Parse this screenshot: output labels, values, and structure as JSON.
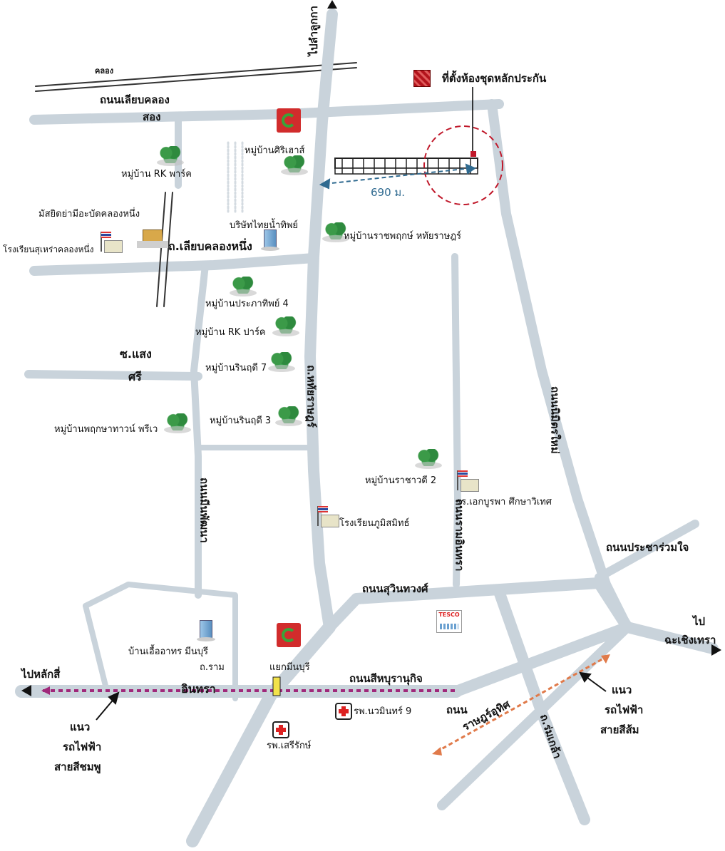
{
  "map": {
    "legend_label": "ที่ตั้งห้องชุดหลักประกัน",
    "distance": "690 ม.",
    "roads": {
      "road_top_canal_small": "คลอง",
      "road_liab_khlong": "ถนนเลียบคลอง",
      "road_song": "สอง",
      "road_liab_khlong_1": "ถ.เลียบคลองหนึ่ง",
      "road_pai_lam_luk_ka": "ไปลำลูกกา",
      "road_soi_saeng": "ซ.แสง",
      "road_sri": "ศรี",
      "road_hathai_rat": "ถ.หทัยราษฎร์",
      "road_nimit_mai": "ถนนนิมิตรใหม่",
      "road_prachar_ruam_jai": "ถนนประชาร่วมใจ",
      "road_suwinthawong": "ถนนสุวินทวงศ์",
      "road_ramindra": "ถนนรามอินทรา",
      "road_si_nakharin": "ถนนมีนพัฒนา",
      "road_si_hburanukit": "ถนนสีหบุรานุกิจ",
      "road_ram": "ถ.ราม",
      "road_intra": "อินทรา",
      "road_rat_uthit": "ถนน",
      "road_rat_uthit_2": "ราษฎร์อุทิศ",
      "road_rom_klao": "ถ.ร่มเกล้า",
      "road_pai_chachoengsao_1": "ไป",
      "road_pai_chachoengsao_2": "ฉะเชิงเทรา",
      "road_pai_lak_si": "ไปหลักสี่",
      "junction_minburi": "แยกมีนบุรี"
    },
    "places": {
      "village_siri_home": "หมู่บ้านศิริเฮาส์",
      "village_rk_park_top": "หมู่บ้าน RK พาร์ค",
      "company_thai_nam_thip": "บริษัทไทยน้ำทิพย์",
      "village_ratchaphruk": "หมู่บ้านราชพฤกษ์ หทัยราษฎร์",
      "mosque": "มัสยิดย่ามีอะบัดคลองหนึ่ง",
      "school_sutheerat": "โรงเรียนสุเหร่าคลองหนึ่ง",
      "village_prachathip": "หมู่บ้านประภาทิพย์ 4",
      "village_rk_park": "หมู่บ้าน RK ปาร์ค",
      "village_rinthip_7": "หมู่บ้านรินฤดี 7",
      "village_rinthip_3": "หมู่บ้านรินฤดี 3",
      "village_phruksa_town": "หมู่บ้านพฤกษาทาวน์ พรีเว",
      "village_ratchawadi_2": "หมู่บ้านราชาวดี 2",
      "school_ekburapha": "รร.เอกบูรพา ศึกษาวิเทศ",
      "school_phumisamit": "โรงเรียนภูมิสมิทธ์",
      "baan_uea_arthorn": "บ้านเอื้ออาทร มีนบุรี",
      "hospital_nawamin": "รพ.นวมินทร์ 9",
      "hospital_serirak": "รพ.เสรีรักษ์",
      "brand_bigc": "Big C",
      "brand_tesco": "TESCO"
    },
    "transit": {
      "pink_line_1": "แนว",
      "pink_line_2": "รถไฟฟ้า",
      "pink_line_3": "สายสีชมพู",
      "orange_line_1": "แนว",
      "orange_line_2": "รถไฟฟ้า",
      "orange_line_3": "สายสีส้ม"
    },
    "colors": {
      "road": "#c9d3db",
      "pink_line": "#a0287a",
      "orange_line": "#e07a4a",
      "marker": "#c0182a",
      "distance": "#2f6a90"
    }
  }
}
